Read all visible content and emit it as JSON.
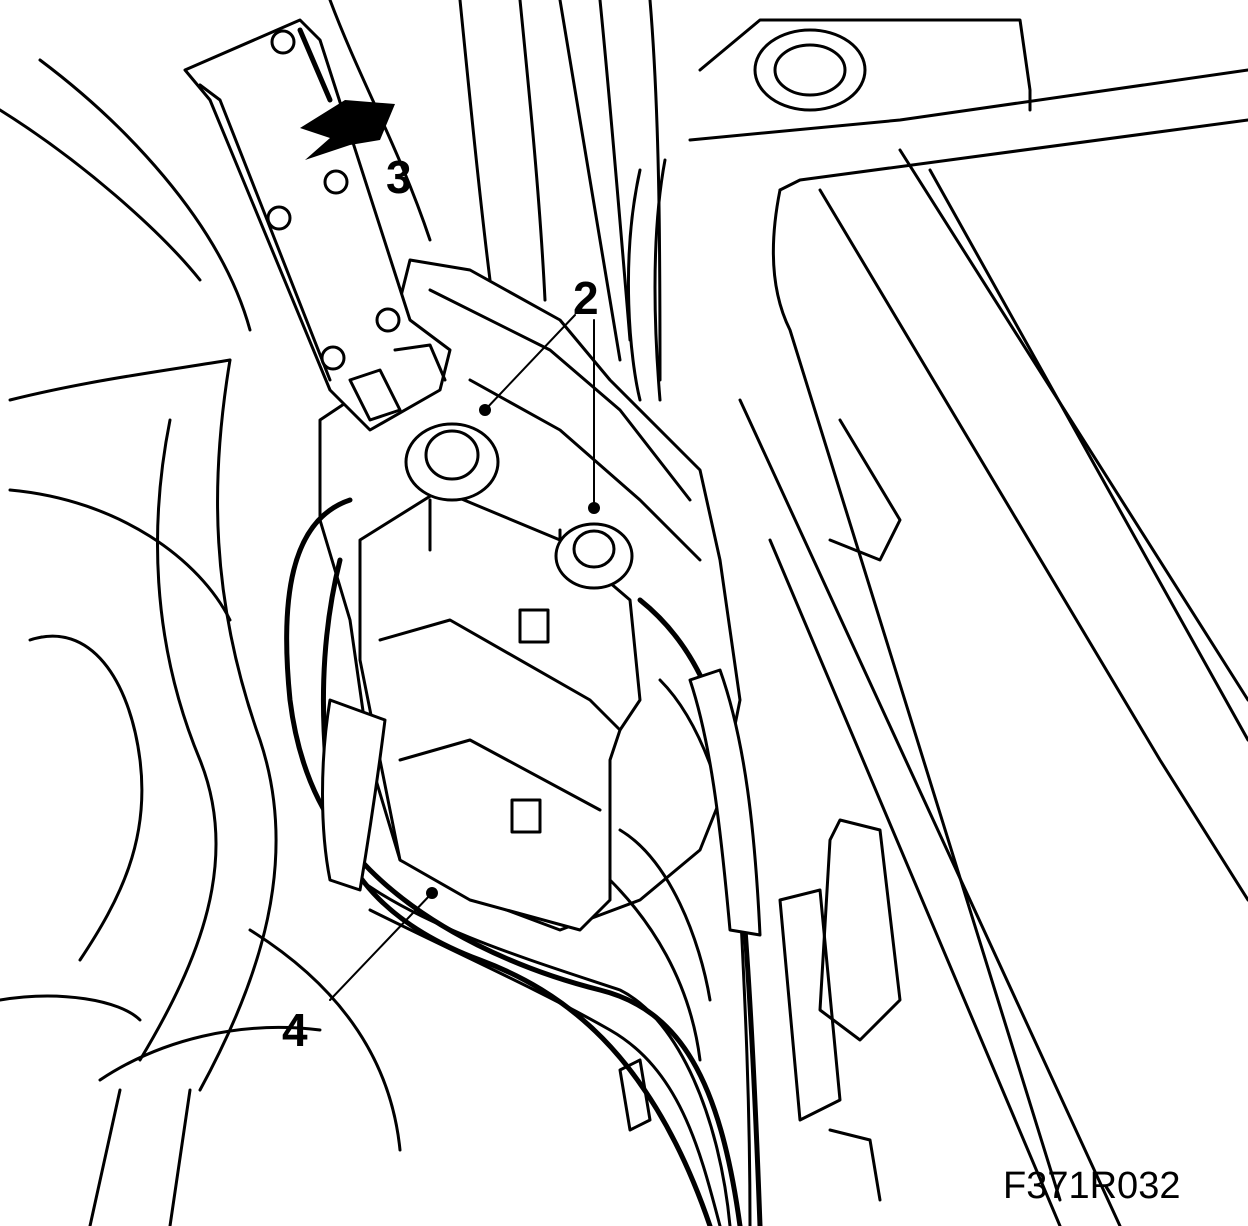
{
  "callouts": {
    "arrow_label": "3",
    "fuse_label": "2",
    "cable_label": "4"
  },
  "figure_code": "F371R032",
  "colors": {
    "ink": "#000000",
    "paper": "#ffffff"
  }
}
